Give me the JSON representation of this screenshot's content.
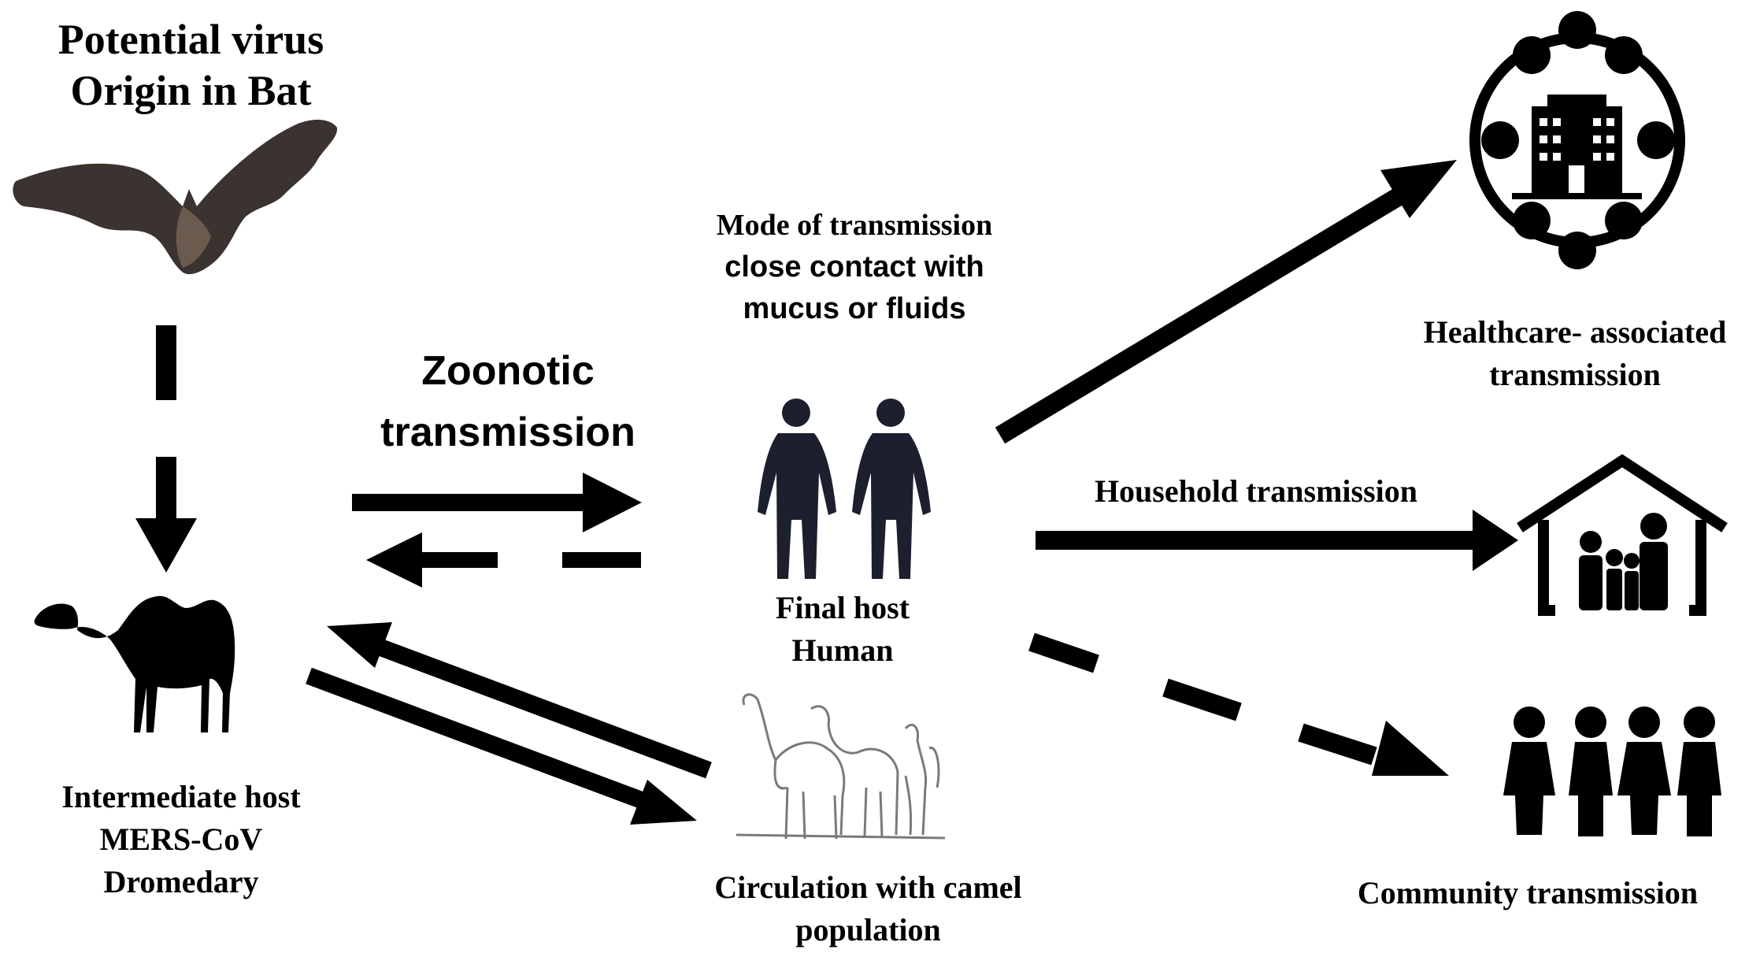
{
  "labels": {
    "origin_line1": "Potential virus",
    "origin_line2": "Origin in Bat",
    "mode_line1": "Mode of transmission",
    "mode_line2": "close contact with",
    "mode_line3": "mucus or fluids",
    "zoonotic_line1": "Zoonotic",
    "zoonotic_line2": "transmission",
    "final_line1": "Final host",
    "final_line2": "Human",
    "intermediate_line1": "Intermediate host",
    "intermediate_line2": "MERS-CoV",
    "intermediate_line3": "Dromedary",
    "circulation_line1": "Circulation with camel",
    "circulation_line2": "population",
    "healthcare_line1": "Healthcare- associated",
    "healthcare_line2": "transmission",
    "household": "Household transmission",
    "community": "Community transmission"
  },
  "icons": {
    "bat": "bat-icon",
    "camel": "camel-icon",
    "camels_sketch": "camel-herd-icon",
    "humans": "two-people-icon",
    "hospital": "hospital-icon",
    "household": "family-house-icon",
    "community": "group-of-people-icon"
  },
  "colors": {
    "ink": "#000000",
    "human_figure": "#1c1f2e",
    "bat_body": "#3a3330",
    "sketch": "#7a7a7a"
  }
}
